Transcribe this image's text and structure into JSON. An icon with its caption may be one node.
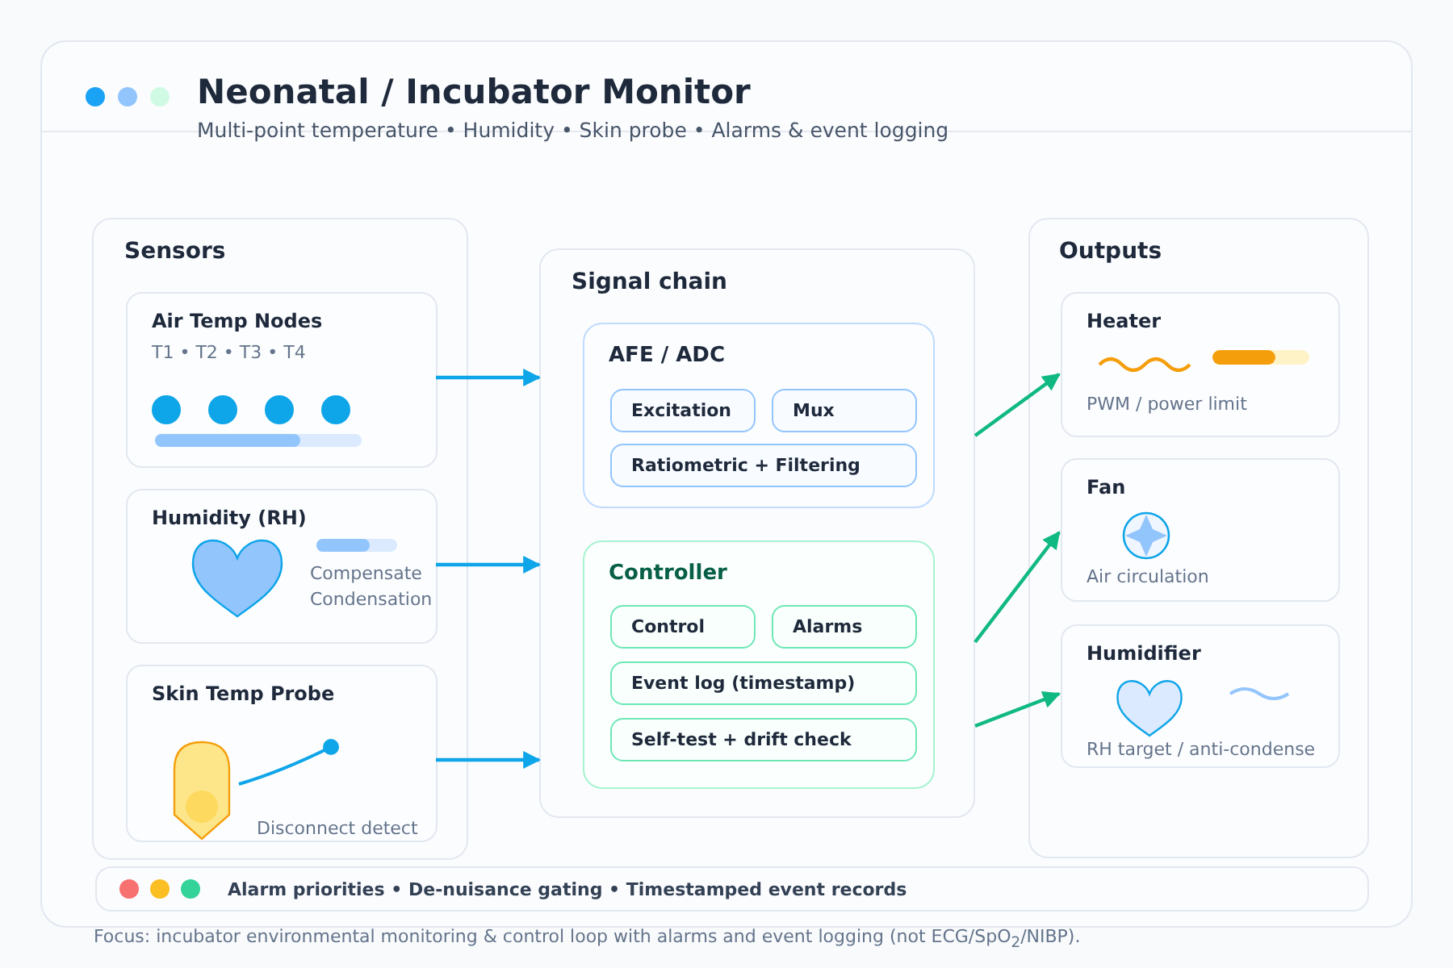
{
  "diagram": {
    "title": "Neonatal / Incubator Monitor",
    "caption": "Focus: incubator environmental monitoring & control loop with alarms and event logging (not ECG/SpO$_{2}$/NIBP).",
    "nodes": [
      {
        "text": [
          "Sensors"
        ]
      },
      {
        "text": [
          "Air Temp Nodes",
          "T1 • T2 • T3 • T4"
        ],
        "in": 0
      },
      {
        "text": [
          "Humidity (RH)",
          "Compensate",
          "Condensation"
        ],
        "in": 0
      },
      {
        "text": [
          "Skin Temp Probe",
          "Disconnect detect"
        ],
        "in": 0
      },
      {
        "text": [
          "Signal chain"
        ]
      },
      {
        "text": [
          "AFE / ADC"
        ],
        "in": 4
      },
      {
        "text": [
          "Excitation"
        ],
        "in": 5
      },
      {
        "text": [
          "Mux"
        ],
        "in": 5
      },
      {
        "text": [
          "Ratiometric + Filtering"
        ],
        "in": 5
      },
      {
        "text": [
          "Controller"
        ],
        "in": 4
      },
      {
        "text": [
          "Control"
        ],
        "in": 9
      },
      {
        "text": [
          "Alarms"
        ],
        "in": 9
      },
      {
        "text": [
          "Event log (timestamp)"
        ],
        "in": 9
      },
      {
        "text": [
          "Self-test + drift check"
        ],
        "in": 9
      },
      {
        "text": [
          "Outputs"
        ]
      },
      {
        "text": [
          "Heater",
          "PWM / power limit"
        ],
        "in": 14
      },
      {
        "text": [
          "Fan",
          "Air circulation"
        ],
        "in": 14
      },
      {
        "text": [
          "Humidifier",
          "RH target / anti-condense"
        ],
        "in": 14
      },
      {
        "text": [
          "Alarm priorities • De-nuisance gating • Timestamped event records"
        ]
      }
    ],
    "edges": [
      {
        "from": 1,
        "to": 4,
        "arrow": "to",
        "color": "#0ea5e9"
      },
      {
        "from": 2,
        "to": 4,
        "arrow": "to",
        "color": "#0ea5e9"
      },
      {
        "from": 3,
        "to": 4,
        "arrow": "to",
        "color": "#0ea5e9"
      },
      {
        "from": 4,
        "to": 15,
        "arrow": "to",
        "color": "#10b981"
      },
      {
        "from": 4,
        "to": 16,
        "arrow": "to",
        "color": "#10b981"
      },
      {
        "from": 4,
        "to": 17,
        "arrow": "to",
        "color": "#10b981"
      }
    ],
    "labels": [
      "Multi-point temperature • Humidity • Skin probe • Alarms & event logging"
    ]
  }
}
